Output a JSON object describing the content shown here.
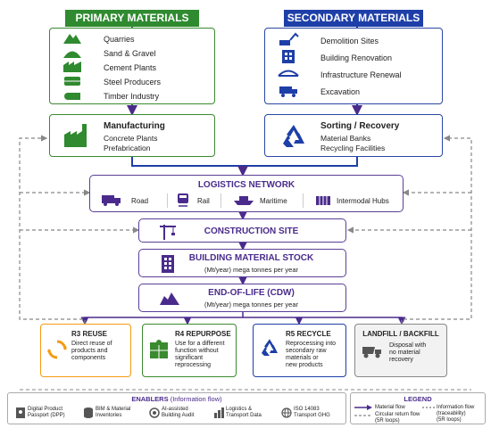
{
  "primary": {
    "header": "PRIMARY MATERIALS",
    "items": [
      "Quarries",
      "Sand & Gravel",
      "Cement Plants",
      "Steel Producers",
      "Timber Industry"
    ]
  },
  "secondary": {
    "header": "SECONDARY MATERIALS",
    "items": [
      "Demolition Sites",
      "Building Renovation",
      "Infrastructure Renewal",
      "Excavation"
    ]
  },
  "manufacturing": {
    "title": "Manufacturing",
    "lines": [
      "Concrete Plants",
      "Prefabrication"
    ]
  },
  "sorting": {
    "title": "Sorting / Recovery",
    "lines": [
      "Material Banks",
      "Recycling Facilities"
    ]
  },
  "logistics": {
    "title": "LOGISTICS NETWORK",
    "modes": [
      "Road",
      "Rail",
      "Maritime",
      "Intermodal Hubs"
    ]
  },
  "construction": {
    "title": "CONSTRUCTION SITE"
  },
  "stock": {
    "title": "BUILDING MATERIAL STOCK",
    "sub": "(Mt/year) mega tonnes per year"
  },
  "eol": {
    "title": "END-OF-LIFE (CDW)",
    "sub": "(Mt/year) mega tonnes per year"
  },
  "outcomes": [
    {
      "title": "R3 REUSE",
      "lines": [
        "Direct reuse of",
        "products and",
        "components"
      ]
    },
    {
      "title": "R4 REPURPOSE",
      "lines": [
        "Use for a different",
        "function without",
        "significant",
        "reprocessing"
      ]
    },
    {
      "title": "R5 RECYCLE",
      "lines": [
        "Reprocessing into",
        "secondary raw",
        "materials or",
        "new products"
      ]
    },
    {
      "title": "LANDFILL / BACKFILL",
      "lines": [
        "Disposal with",
        "no material",
        "recovery"
      ]
    }
  ],
  "enablers": {
    "title": "ENABLERS",
    "title_note": "(Information flow)",
    "items": [
      [
        "Digital Product",
        "Passport (DPP)"
      ],
      [
        "BIM & Material",
        "Inventories"
      ],
      [
        "AI-assisted",
        "Building Audit"
      ],
      [
        "Logistics &",
        "Transport Data"
      ],
      [
        "ISO 14083",
        "Transport GHG"
      ]
    ]
  },
  "legend": {
    "title": "LEGEND",
    "material_flow": "Material flow",
    "circular_flow": [
      "Circular return flow",
      "(5R loops)"
    ],
    "info_flow": [
      "Information flow",
      "(traceability)",
      "(5R loops)"
    ]
  },
  "colors": {
    "green": "#2f8a30",
    "blue": "#1e3fa8",
    "purple": "#4a2b8c",
    "reuse": "#f39c12",
    "repurpose": "#3a8a2e",
    "recycle": "#1e3fa8",
    "landfill": "#666666"
  },
  "icons": [
    "mountain-icon",
    "sand-pile-icon",
    "factory-icon",
    "steel-coil-icon",
    "timber-log-icon",
    "excavator-icon",
    "building-icon",
    "bridge-icon",
    "dump-truck-icon",
    "recycle-icon",
    "truck-icon",
    "train-icon",
    "ship-icon",
    "container-icon",
    "crane-icon",
    "rubble-icon",
    "puzzle-icon",
    "passport-icon",
    "database-icon",
    "ai-icon",
    "chart-icon",
    "globe-icon"
  ]
}
